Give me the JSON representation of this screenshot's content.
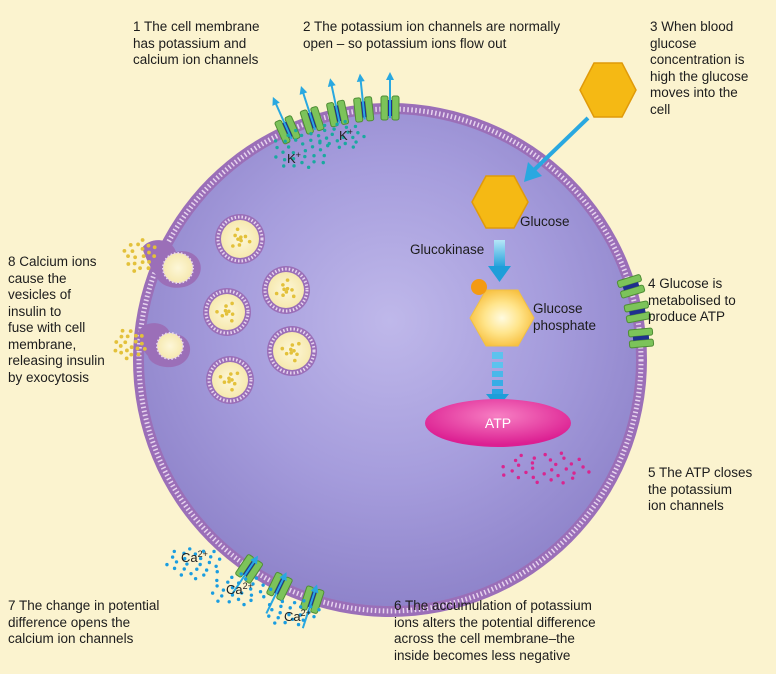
{
  "captions": {
    "c1": "1 The cell membrane\nhas potassium and\ncalcium ion channels",
    "c2": "2 The potassium ion channels are normally\nopen – so potassium ions flow out",
    "c3": "3 When blood\nglucose\nconcentration is\nhigh the glucose\nmoves into the\ncell",
    "c4": "4 Glucose is\nmetabolised to\nproduce ATP",
    "c5": "5 The ATP closes\nthe potassium\nion channels",
    "c6": "6 The accumulation of potassium\nions alters the potential difference\nacross the cell membrane–the\ninside becomes less negative",
    "c7": "7 The change in potential\ndifference opens the\ncalcium ion channels",
    "c8": "8 Calcium ions\ncause the\nvesicles of\ninsulin to\nfuse with cell\nmembrane,\nreleasing insulin\nby exocytosis"
  },
  "labels": {
    "glucose": "Glucose",
    "glucokinase": "Glucokinase",
    "glucose_phosphate_1": "Glucose",
    "glucose_phosphate_2": "phosphate",
    "atp": "ATP",
    "k_ion": "K",
    "k_charge": "+",
    "ca_ion": "Ca",
    "ca_charge": "2+"
  },
  "colors": {
    "background": "#fbf3cf",
    "cytoplasm": "#9a8fd3",
    "membrane": "#9b6fb8",
    "glucose": "#f5b914",
    "atp": "#e0239a",
    "channel": "#7cc35a",
    "arrow": "#29a8e0",
    "k_dots": "#1aa9a0",
    "ca_dots": "#1a9de0",
    "insulin_granules": "#e3c13a"
  }
}
